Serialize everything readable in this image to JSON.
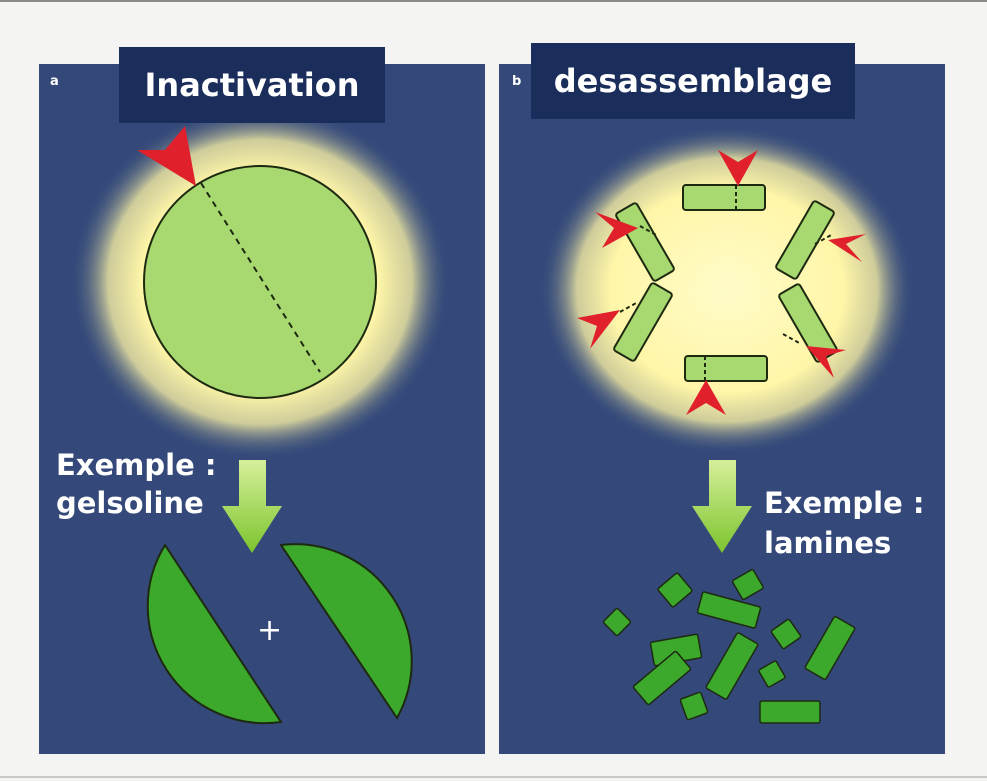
{
  "panel_a": {
    "letter": "a",
    "title": "Inactivation",
    "example_line1": "Exemple :",
    "example_line2": "gelsoline",
    "plus_sign": "+"
  },
  "panel_b": {
    "letter": "b",
    "title": "desassemblage",
    "example_line1": "Exemple :",
    "example_line2": "lamines"
  },
  "colors": {
    "panel_bg": "#34497a",
    "title_bg": "#1b2d5a",
    "glow": "#fff8b0",
    "light_green": "#a8d870",
    "dark_green": "#3ca82c",
    "arrow_red": "#e0202a",
    "arrow_green": "#8fcf3a"
  }
}
